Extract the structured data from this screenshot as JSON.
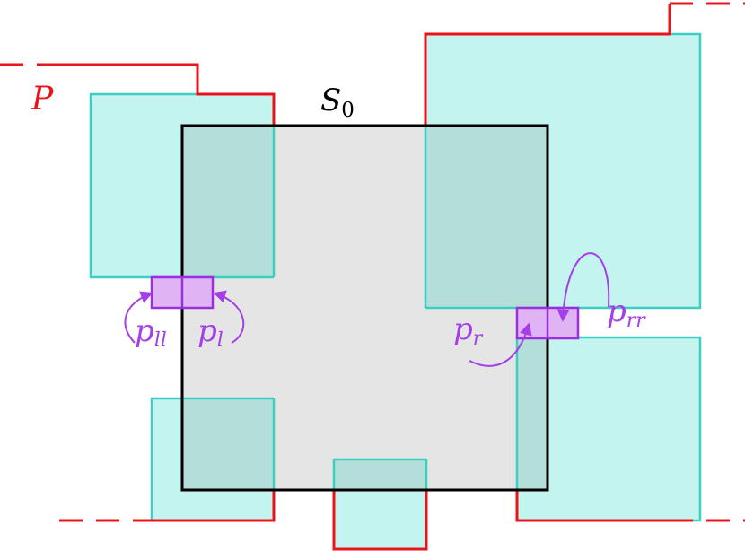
{
  "labels": {
    "P": "P",
    "S": "S",
    "S_sub": "0",
    "p": "p",
    "pll_sub": "ll",
    "pl_sub": "l",
    "pr_sub": "r",
    "prr_sub": "rr"
  },
  "colors": {
    "boundary": "#e8141a",
    "square_fill": "#e5e5e5",
    "square_stroke": "#000000",
    "box_fill": "#c4f4ef",
    "box_stroke": "#3ccfc1",
    "overlap_fill": "#b3ded9",
    "pixel_fill": "#dfb3f4",
    "pixel_stroke": "#9b2fe0",
    "arrow": "#a43ee6"
  }
}
